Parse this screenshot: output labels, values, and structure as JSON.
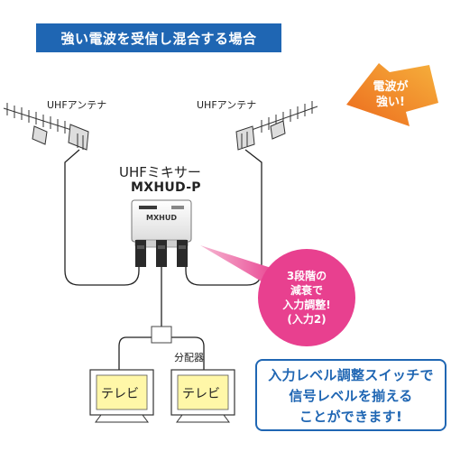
{
  "title": "強い電波を受信し混合する場合",
  "antennas": {
    "left_label": "UHFアンテナ",
    "right_label": "UHFアンテナ"
  },
  "mixer": {
    "name": "UHFミキサー",
    "model": "MXHUD-P",
    "device_text": "MXHUD"
  },
  "splitter": {
    "label": "分配器"
  },
  "tvs": [
    {
      "label": "テレビ"
    },
    {
      "label": "テレビ"
    }
  ],
  "arrow_callout": {
    "line1": "電波が",
    "line2": "強い!"
  },
  "pink_callout": {
    "line1": "3段階の",
    "line2": "減衰で",
    "line3": "入力調整!",
    "line4": "(入力2)"
  },
  "info_box": {
    "line1": "入力レベル調整スイッチで",
    "line2": "信号レベルを揃える",
    "line3": "ことができます!"
  },
  "colors": {
    "accent_blue": "#1f66b3",
    "pink": "#e8408f",
    "orange": "#f08a24",
    "tv_screen": "#fff7a8"
  }
}
